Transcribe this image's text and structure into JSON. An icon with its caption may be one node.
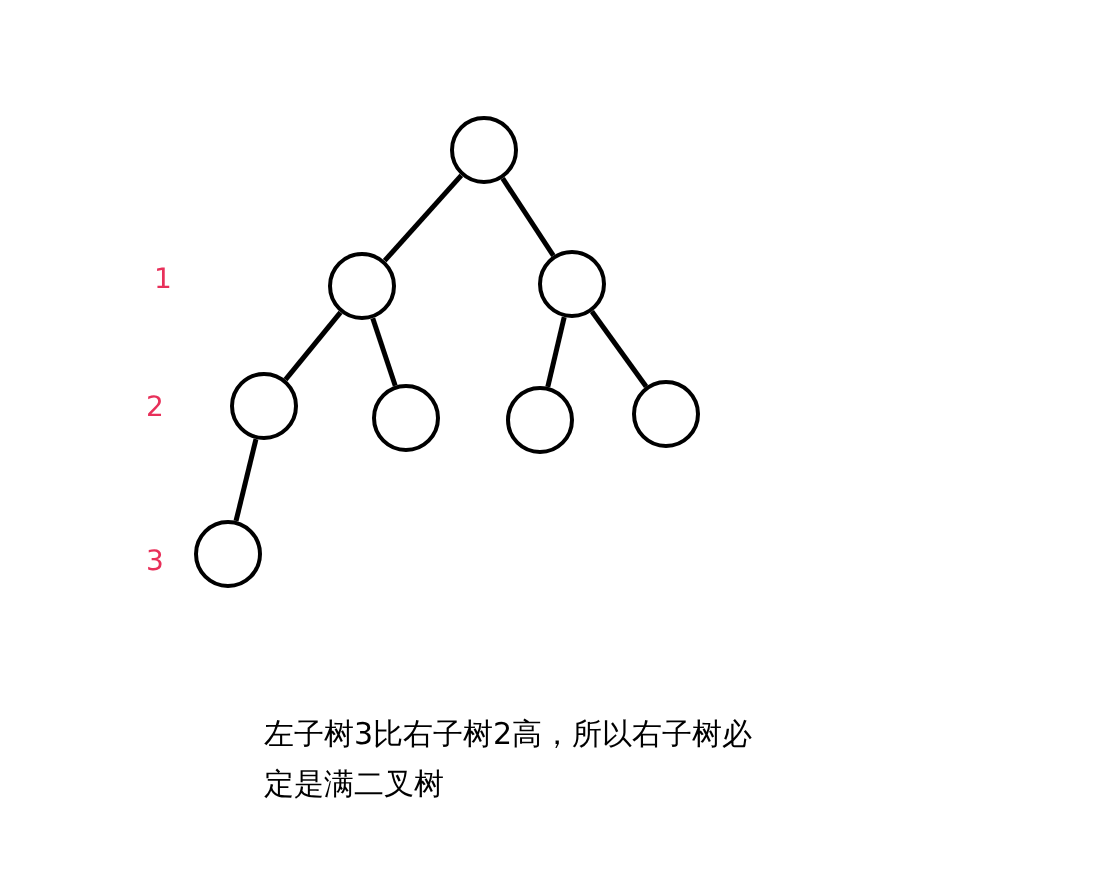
{
  "diagram": {
    "nodes": [
      {
        "text": [],
        "shape": "circle"
      },
      {
        "text": [],
        "shape": "circle"
      },
      {
        "text": [],
        "shape": "circle"
      },
      {
        "text": [],
        "shape": "circle"
      },
      {
        "text": [],
        "shape": "circle"
      },
      {
        "text": [],
        "shape": "circle"
      },
      {
        "text": [],
        "shape": "circle"
      },
      {
        "text": [],
        "shape": "circle"
      }
    ],
    "edges": [
      {
        "from": 0,
        "to": 1,
        "arrow": "none"
      },
      {
        "from": 0,
        "to": 2,
        "arrow": "none"
      },
      {
        "from": 1,
        "to": 3,
        "arrow": "none"
      },
      {
        "from": 1,
        "to": 4,
        "arrow": "none"
      },
      {
        "from": 2,
        "to": 5,
        "arrow": "none"
      },
      {
        "from": 2,
        "to": 6,
        "arrow": "none"
      },
      {
        "from": 3,
        "to": 7,
        "arrow": "none"
      }
    ],
    "labels": [
      "1",
      "2",
      "3",
      "左子树3比右子树2高，所以右子树必定是满二叉树"
    ]
  }
}
